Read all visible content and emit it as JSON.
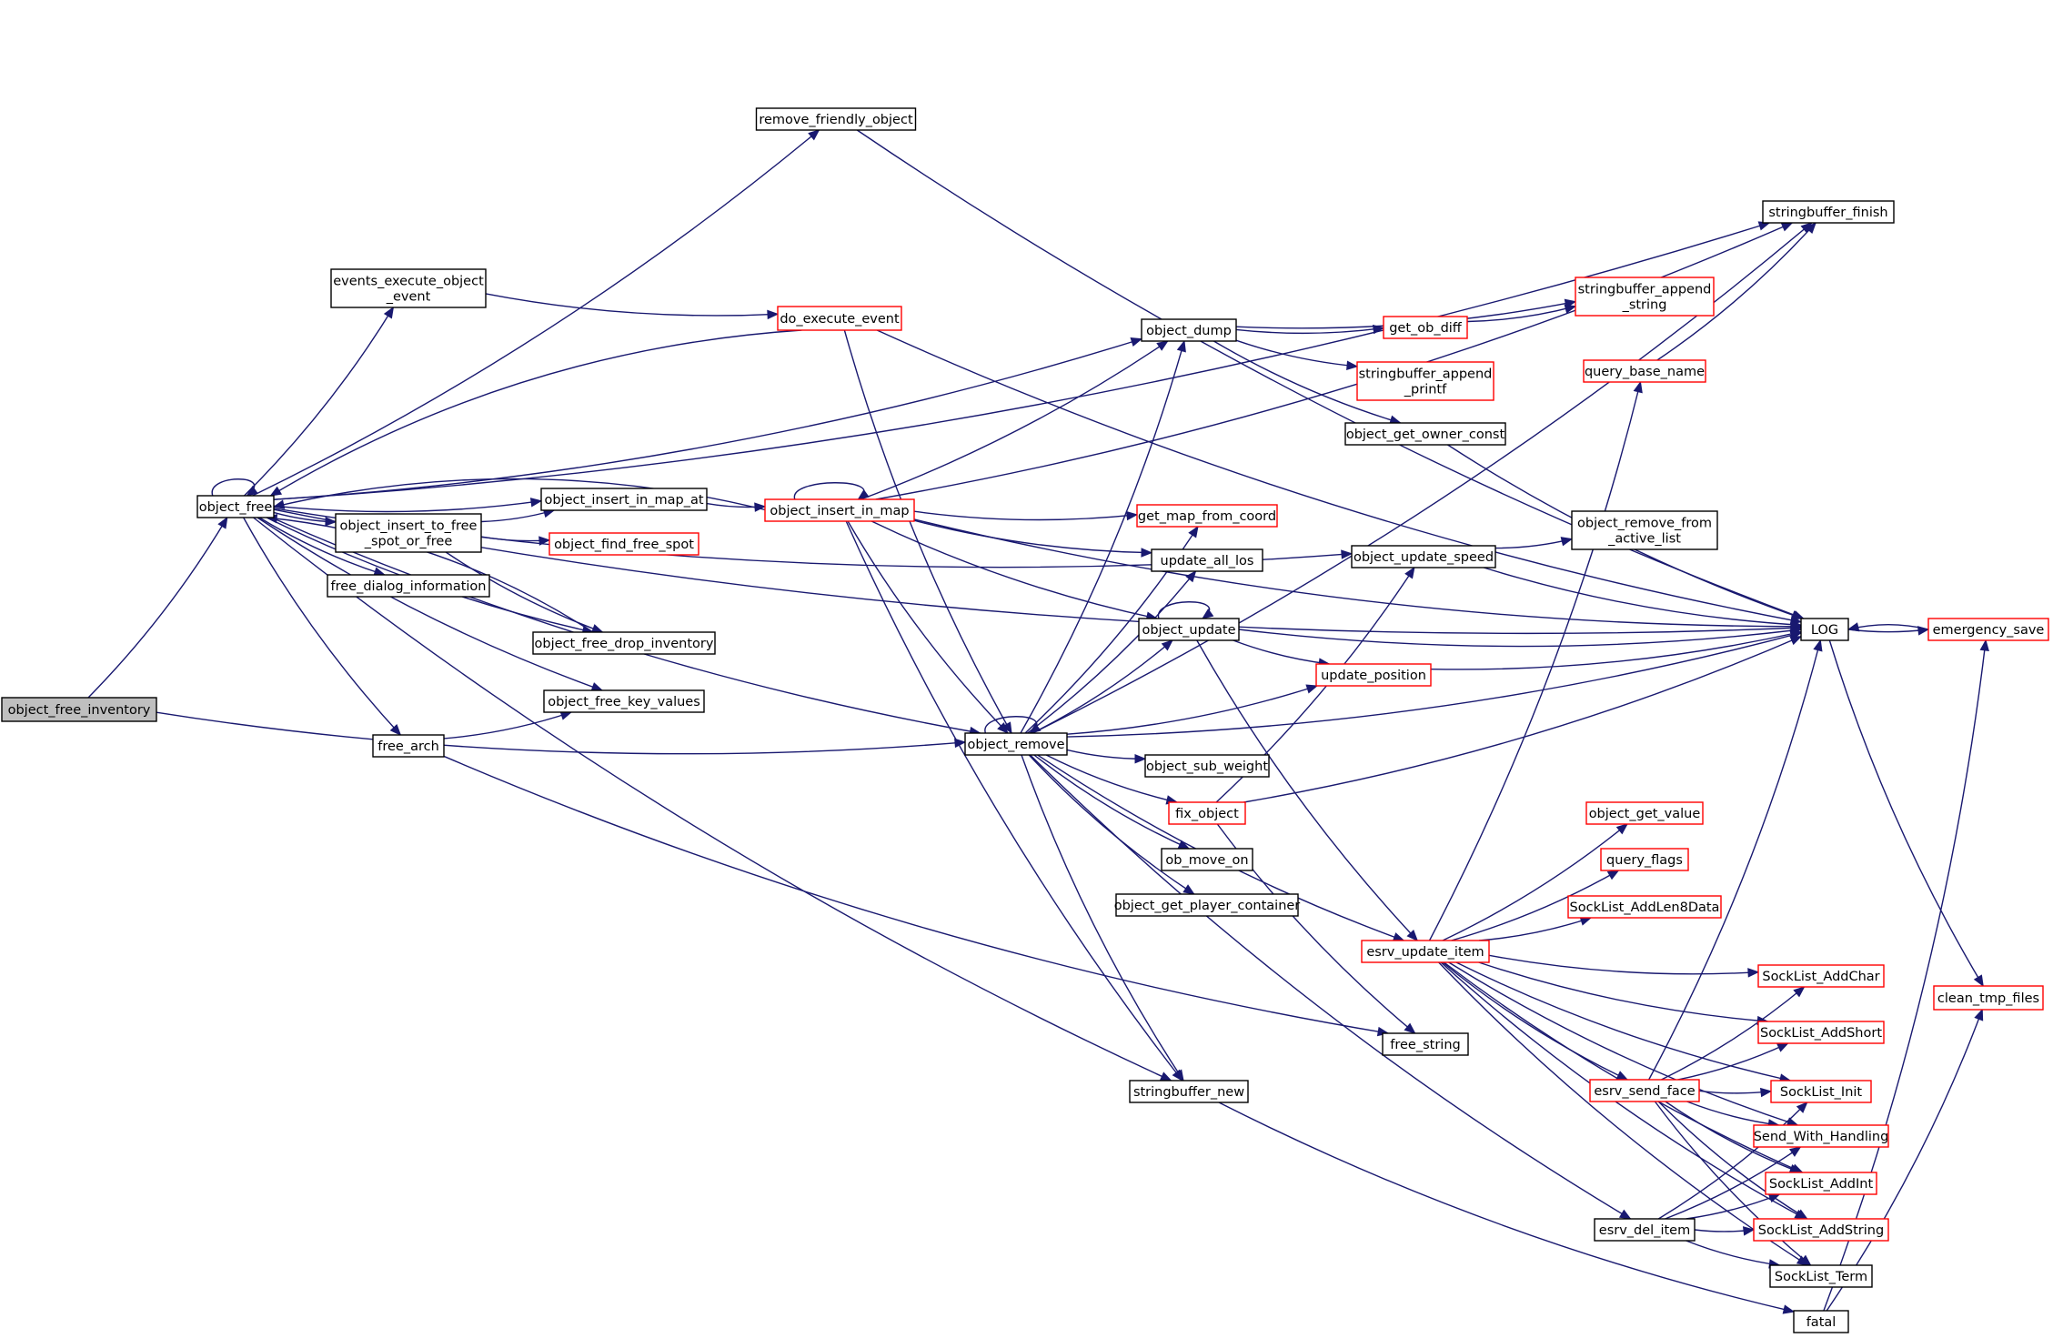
{
  "graph": {
    "title": "",
    "colors": {
      "edge": "#191970",
      "truncated_node_border": "#ff0000",
      "node_border": "#000000",
      "root_fill": "#bfbfbf"
    },
    "nodes": [
      {
        "id": "object_free_inventory",
        "lines": [
          "object_free_inventory"
        ],
        "style": "root"
      },
      {
        "id": "object_free",
        "lines": [
          "object_free"
        ],
        "style": "normal"
      },
      {
        "id": "remove_friendly_object",
        "lines": [
          "remove_friendly_object"
        ],
        "style": "normal"
      },
      {
        "id": "events_execute_object_event",
        "lines": [
          "events_execute_object",
          "_event"
        ],
        "style": "normal"
      },
      {
        "id": "do_execute_event",
        "lines": [
          "do_execute_event"
        ],
        "style": "truncated"
      },
      {
        "id": "object_insert_in_map_at",
        "lines": [
          "object_insert_in_map_at"
        ],
        "style": "normal"
      },
      {
        "id": "object_insert_to_free_spot_or_free",
        "lines": [
          "object_insert_to_free",
          "_spot_or_free"
        ],
        "style": "normal"
      },
      {
        "id": "object_find_free_spot",
        "lines": [
          "object_find_free_spot"
        ],
        "style": "truncated"
      },
      {
        "id": "free_dialog_information",
        "lines": [
          "free_dialog_information"
        ],
        "style": "normal"
      },
      {
        "id": "object_free_drop_inventory",
        "lines": [
          "object_free_drop_inventory"
        ],
        "style": "normal"
      },
      {
        "id": "object_free_key_values",
        "lines": [
          "object_free_key_values"
        ],
        "style": "normal"
      },
      {
        "id": "free_arch",
        "lines": [
          "free_arch"
        ],
        "style": "normal"
      },
      {
        "id": "object_insert_in_map",
        "lines": [
          "object_insert_in_map"
        ],
        "style": "truncated"
      },
      {
        "id": "object_remove",
        "lines": [
          "object_remove"
        ],
        "style": "normal"
      },
      {
        "id": "object_dump",
        "lines": [
          "object_dump"
        ],
        "style": "normal"
      },
      {
        "id": "get_map_from_coord",
        "lines": [
          "get_map_from_coord"
        ],
        "style": "truncated"
      },
      {
        "id": "update_all_los",
        "lines": [
          "update_all_los"
        ],
        "style": "normal"
      },
      {
        "id": "object_update",
        "lines": [
          "object_update"
        ],
        "style": "normal"
      },
      {
        "id": "update_position",
        "lines": [
          "update_position"
        ],
        "style": "truncated"
      },
      {
        "id": "object_sub_weight",
        "lines": [
          "object_sub_weight"
        ],
        "style": "normal"
      },
      {
        "id": "fix_object",
        "lines": [
          "fix_object"
        ],
        "style": "truncated"
      },
      {
        "id": "ob_move_on",
        "lines": [
          "ob_move_on"
        ],
        "style": "normal"
      },
      {
        "id": "object_get_player_container",
        "lines": [
          "object_get_player_container"
        ],
        "style": "normal"
      },
      {
        "id": "stringbuffer_new",
        "lines": [
          "stringbuffer_new"
        ],
        "style": "normal"
      },
      {
        "id": "stringbuffer_finish",
        "lines": [
          "stringbuffer_finish"
        ],
        "style": "normal"
      },
      {
        "id": "stringbuffer_append_string",
        "lines": [
          "stringbuffer_append",
          "_string"
        ],
        "style": "truncated"
      },
      {
        "id": "get_ob_diff",
        "lines": [
          "get_ob_diff"
        ],
        "style": "truncated"
      },
      {
        "id": "stringbuffer_append_printf",
        "lines": [
          "stringbuffer_append",
          "_printf"
        ],
        "style": "truncated"
      },
      {
        "id": "object_get_owner_const",
        "lines": [
          "object_get_owner_const"
        ],
        "style": "normal"
      },
      {
        "id": "query_base_name",
        "lines": [
          "query_base_name"
        ],
        "style": "truncated"
      },
      {
        "id": "object_update_speed",
        "lines": [
          "object_update_speed"
        ],
        "style": "normal"
      },
      {
        "id": "object_remove_from_active_list",
        "lines": [
          "object_remove_from",
          "_active_list"
        ],
        "style": "normal"
      },
      {
        "id": "LOG",
        "lines": [
          "LOG"
        ],
        "style": "normal"
      },
      {
        "id": "emergency_save",
        "lines": [
          "emergency_save"
        ],
        "style": "truncated"
      },
      {
        "id": "clean_tmp_files",
        "lines": [
          "clean_tmp_files"
        ],
        "style": "truncated"
      },
      {
        "id": "esrv_update_item",
        "lines": [
          "esrv_update_item"
        ],
        "style": "truncated"
      },
      {
        "id": "object_get_value",
        "lines": [
          "object_get_value"
        ],
        "style": "truncated"
      },
      {
        "id": "query_flags",
        "lines": [
          "query_flags"
        ],
        "style": "truncated"
      },
      {
        "id": "SockList_AddLen8Data",
        "lines": [
          "SockList_AddLen8Data"
        ],
        "style": "truncated"
      },
      {
        "id": "free_string",
        "lines": [
          "free_string"
        ],
        "style": "normal"
      },
      {
        "id": "esrv_send_face",
        "lines": [
          "esrv_send_face"
        ],
        "style": "truncated"
      },
      {
        "id": "esrv_del_item",
        "lines": [
          "esrv_del_item"
        ],
        "style": "normal"
      },
      {
        "id": "SockList_AddChar",
        "lines": [
          "SockList_AddChar"
        ],
        "style": "truncated"
      },
      {
        "id": "SockList_AddShort",
        "lines": [
          "SockList_AddShort"
        ],
        "style": "truncated"
      },
      {
        "id": "SockList_Init",
        "lines": [
          "SockList_Init"
        ],
        "style": "truncated"
      },
      {
        "id": "Send_With_Handling",
        "lines": [
          "Send_With_Handling"
        ],
        "style": "truncated"
      },
      {
        "id": "SockList_AddInt",
        "lines": [
          "SockList_AddInt"
        ],
        "style": "truncated"
      },
      {
        "id": "SockList_AddString",
        "lines": [
          "SockList_AddString"
        ],
        "style": "truncated"
      },
      {
        "id": "SockList_Term",
        "lines": [
          "SockList_Term"
        ],
        "style": "normal"
      },
      {
        "id": "fatal",
        "lines": [
          "fatal"
        ],
        "style": "normal"
      }
    ],
    "edges": [
      [
        "object_free_inventory",
        "object_free"
      ],
      [
        "object_free_inventory",
        "object_remove"
      ],
      [
        "object_free",
        "object_free"
      ],
      [
        "object_free",
        "remove_friendly_object"
      ],
      [
        "object_free",
        "stringbuffer_finish"
      ],
      [
        "object_free",
        "LOG"
      ],
      [
        "object_free",
        "events_execute_object_event"
      ],
      [
        "object_free",
        "object_dump"
      ],
      [
        "object_free",
        "object_insert_in_map_at"
      ],
      [
        "object_free",
        "object_insert_to_free_spot_or_free"
      ],
      [
        "object_free",
        "free_dialog_information"
      ],
      [
        "object_free",
        "object_free_drop_inventory"
      ],
      [
        "object_free",
        "object_free_key_values"
      ],
      [
        "object_free",
        "free_arch"
      ],
      [
        "object_free",
        "object_remove"
      ],
      [
        "object_free",
        "stringbuffer_new"
      ],
      [
        "object_free",
        "object_update_speed"
      ],
      [
        "remove_friendly_object",
        "LOG"
      ],
      [
        "events_execute_object_event",
        "do_execute_event"
      ],
      [
        "do_execute_event",
        "object_free"
      ],
      [
        "do_execute_event",
        "LOG"
      ],
      [
        "do_execute_event",
        "object_remove"
      ],
      [
        "object_insert_in_map_at",
        "object_insert_in_map"
      ],
      [
        "object_insert_to_free_spot_or_free",
        "object_insert_in_map_at"
      ],
      [
        "object_insert_to_free_spot_or_free",
        "object_find_free_spot"
      ],
      [
        "object_insert_to_free_spot_or_free",
        "object_free_drop_inventory"
      ],
      [
        "object_free_drop_inventory",
        "object_free"
      ],
      [
        "free_arch",
        "object_free_key_values"
      ],
      [
        "free_arch",
        "free_string"
      ],
      [
        "object_insert_in_map",
        "object_insert_in_map"
      ],
      [
        "object_insert_in_map",
        "object_free"
      ],
      [
        "object_insert_in_map",
        "stringbuffer_finish"
      ],
      [
        "object_insert_in_map",
        "object_dump"
      ],
      [
        "object_insert_in_map",
        "LOG"
      ],
      [
        "object_insert_in_map",
        "get_map_from_coord"
      ],
      [
        "object_insert_in_map",
        "update_all_los"
      ],
      [
        "object_insert_in_map",
        "object_update"
      ],
      [
        "object_insert_in_map",
        "object_remove"
      ],
      [
        "object_insert_in_map",
        "stringbuffer_new"
      ],
      [
        "object_remove",
        "object_remove"
      ],
      [
        "object_remove",
        "stringbuffer_finish"
      ],
      [
        "object_remove",
        "object_dump"
      ],
      [
        "object_remove",
        "get_map_from_coord"
      ],
      [
        "object_remove",
        "update_all_los"
      ],
      [
        "object_remove",
        "object_update"
      ],
      [
        "object_remove",
        "update_position"
      ],
      [
        "object_remove",
        "LOG"
      ],
      [
        "object_remove",
        "object_sub_weight"
      ],
      [
        "object_remove",
        "fix_object"
      ],
      [
        "object_remove",
        "ob_move_on"
      ],
      [
        "object_remove",
        "object_get_player_container"
      ],
      [
        "object_remove",
        "esrv_update_item"
      ],
      [
        "object_remove",
        "esrv_del_item"
      ],
      [
        "object_remove",
        "stringbuffer_new"
      ],
      [
        "object_dump",
        "stringbuffer_append_string"
      ],
      [
        "object_dump",
        "get_ob_diff"
      ],
      [
        "object_dump",
        "stringbuffer_append_printf"
      ],
      [
        "object_dump",
        "object_get_owner_const"
      ],
      [
        "get_ob_diff",
        "stringbuffer_append_string"
      ],
      [
        "object_get_owner_const",
        "LOG"
      ],
      [
        "object_update",
        "object_update"
      ],
      [
        "object_update",
        "LOG"
      ],
      [
        "object_update",
        "update_position"
      ],
      [
        "object_update",
        "esrv_update_item"
      ],
      [
        "update_position",
        "LOG"
      ],
      [
        "fix_object",
        "object_update_speed"
      ],
      [
        "fix_object",
        "LOG"
      ],
      [
        "fix_object",
        "free_string"
      ],
      [
        "object_update_speed",
        "object_remove_from_active_list"
      ],
      [
        "object_update_speed",
        "LOG"
      ],
      [
        "query_base_name",
        "stringbuffer_finish"
      ],
      [
        "LOG",
        "emergency_save"
      ],
      [
        "LOG",
        "clean_tmp_files"
      ],
      [
        "emergency_save",
        "LOG"
      ],
      [
        "esrv_update_item",
        "query_base_name"
      ],
      [
        "esrv_update_item",
        "object_get_value"
      ],
      [
        "esrv_update_item",
        "query_flags"
      ],
      [
        "esrv_update_item",
        "SockList_AddLen8Data"
      ],
      [
        "esrv_update_item",
        "SockList_AddChar"
      ],
      [
        "esrv_update_item",
        "SockList_AddShort"
      ],
      [
        "esrv_update_item",
        "esrv_send_face"
      ],
      [
        "esrv_update_item",
        "SockList_Init"
      ],
      [
        "esrv_update_item",
        "Send_With_Handling"
      ],
      [
        "esrv_update_item",
        "SockList_AddInt"
      ],
      [
        "esrv_update_item",
        "SockList_AddString"
      ],
      [
        "esrv_update_item",
        "SockList_Term"
      ],
      [
        "esrv_send_face",
        "LOG"
      ],
      [
        "esrv_send_face",
        "SockList_AddChar"
      ],
      [
        "esrv_send_face",
        "SockList_AddShort"
      ],
      [
        "esrv_send_face",
        "SockList_Init"
      ],
      [
        "esrv_send_face",
        "Send_With_Handling"
      ],
      [
        "esrv_send_face",
        "SockList_AddInt"
      ],
      [
        "esrv_send_face",
        "SockList_AddString"
      ],
      [
        "esrv_send_face",
        "SockList_Term"
      ],
      [
        "esrv_del_item",
        "SockList_Init"
      ],
      [
        "esrv_del_item",
        "Send_With_Handling"
      ],
      [
        "esrv_del_item",
        "SockList_AddInt"
      ],
      [
        "esrv_del_item",
        "SockList_AddString"
      ],
      [
        "esrv_del_item",
        "SockList_Term"
      ],
      [
        "stringbuffer_new",
        "fatal"
      ],
      [
        "fatal",
        "emergency_save"
      ],
      [
        "fatal",
        "clean_tmp_files"
      ]
    ]
  }
}
